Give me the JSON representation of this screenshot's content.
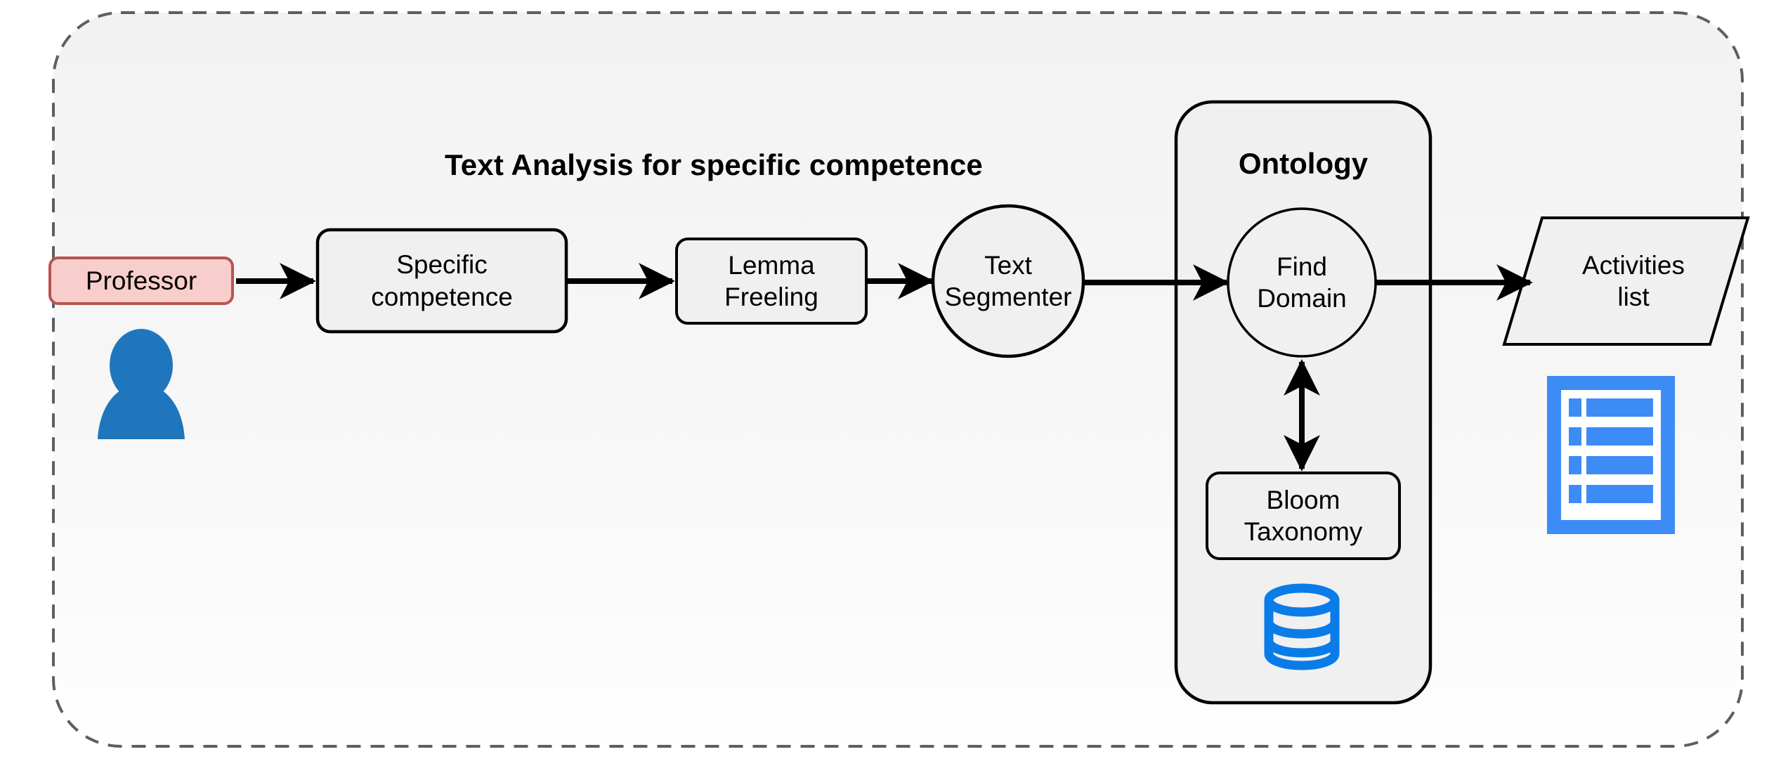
{
  "diagram": {
    "title": "Text Analysis for specific competence",
    "outer_container": {
      "name": "dashed-boundary",
      "border_style": "dashed",
      "border_color": "#5b5f63",
      "fill_top": "#f2f2f2",
      "fill_bottom": "#ffffff"
    },
    "actor": {
      "label": "Professor",
      "fill": "#f8cecc",
      "stroke": "#b85450",
      "icon": "user-icon",
      "icon_color": "#1f76bc"
    },
    "nodes": [
      {
        "id": "specific-competence",
        "label": "Specific\ncompetence",
        "shape": "rounded-rect",
        "fill": "#f0f0f0",
        "stroke": "#000000"
      },
      {
        "id": "lemma-freeling",
        "label": "Lemma\nFreeling",
        "shape": "rounded-rect",
        "fill": "#f0f0f0",
        "stroke": "#000000"
      },
      {
        "id": "text-segmenter",
        "label": "Text\nSegmenter",
        "shape": "circle",
        "fill": "#f0f0f0",
        "stroke": "#000000"
      },
      {
        "id": "find-domain",
        "label": "Find\nDomain",
        "shape": "circle",
        "fill": "#f0f0f0",
        "stroke": "#000000"
      },
      {
        "id": "bloom-taxonomy",
        "label": "Bloom\nTaxonomy",
        "shape": "rounded-rect",
        "fill": "#f0f0f0",
        "stroke": "#000000"
      },
      {
        "id": "activities-list",
        "label": "Activities\nlist",
        "shape": "parallelogram",
        "fill": "#f0f0f0",
        "stroke": "#000000"
      }
    ],
    "ontology_group": {
      "label": "Ontology",
      "fill": "#f0f0f0",
      "stroke": "#000000",
      "icon": "database-icon",
      "icon_color": "#0a7ce8"
    },
    "output_icon": {
      "name": "list-document-icon",
      "color": "#3d8bf5",
      "rows": 4
    },
    "edges": [
      {
        "from": "Professor",
        "to": "Specific competence",
        "type": "arrow"
      },
      {
        "from": "Specific competence",
        "to": "Lemma Freeling",
        "type": "arrow"
      },
      {
        "from": "Lemma Freeling",
        "to": "Text Segmenter",
        "type": "arrow"
      },
      {
        "from": "Text Segmenter",
        "to": "Find Domain",
        "type": "arrow"
      },
      {
        "from": "Find Domain",
        "to": "Bloom Taxonomy",
        "type": "double-arrow"
      },
      {
        "from": "Find Domain",
        "to": "Activities list",
        "type": "arrow"
      }
    ]
  }
}
